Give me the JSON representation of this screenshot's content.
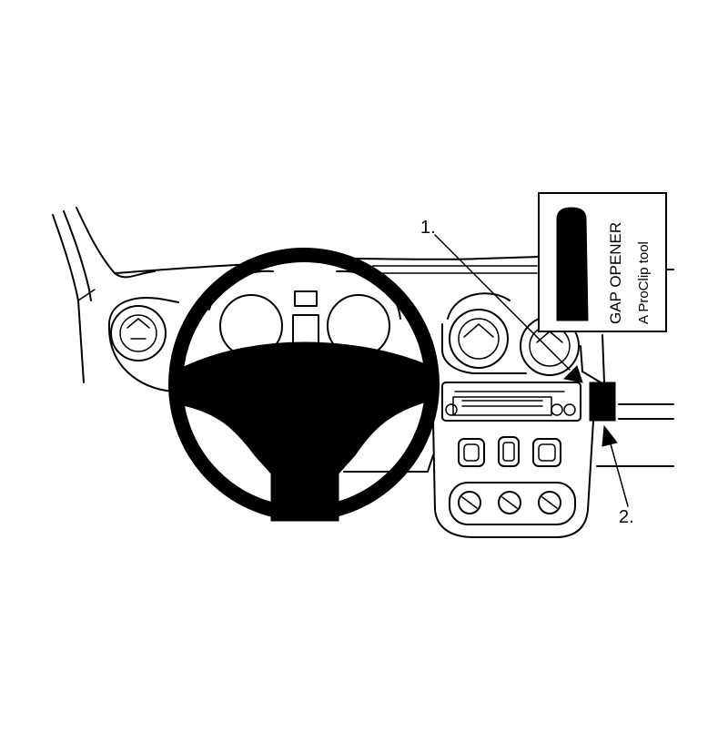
{
  "callouts": {
    "label_1": "1.",
    "label_2": "2."
  },
  "inset": {
    "line1": "GAP OPENER",
    "line2": "A ProClip tool",
    "icon": "gap-opener-tool-icon"
  },
  "colors": {
    "ink": "#000000",
    "paper": "#ffffff"
  }
}
